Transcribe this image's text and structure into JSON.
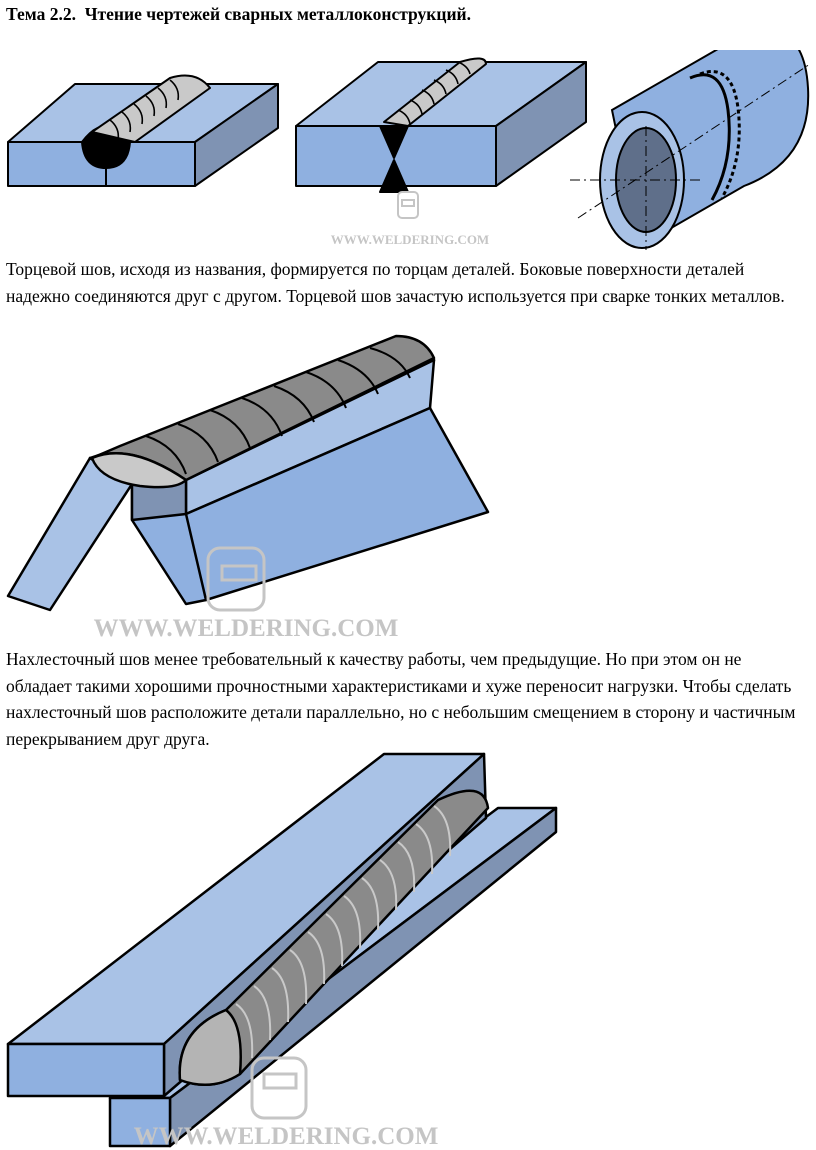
{
  "document": {
    "title": "Тема 2.2.  Чтение чертежей сварных металлоконструкций.",
    "paragraphs": [
      "Торцевой шов, исходя из названия, формируется по торцам деталей. Боковые поверхности деталей надежно соединяются друг с другом. Торцевой шов зачастую используется при сварке тонких металлов.",
      "Нахлесточный шов менее требовательный к качеству работы, чем предыдущие. Но при этом он не обладает такими хорошими прочностными характеристиками и хуже переносит нагрузки. Чтобы сделать нахлесточный шов расположите детали параллельно, но с небольшим смещением в сторону и частичным перекрыванием друг друга."
    ],
    "watermarks": [
      "WWW.WELDERING.COM",
      "WWW.WELDERING.COM",
      "WWW.WELDERING.COM"
    ]
  },
  "colors": {
    "metal_top": "#a9c2e6",
    "metal_front": "#8fb0e0",
    "metal_side": "#7f93b3",
    "weld": "#c9c9c9",
    "weld_dark": "#8a8a8a",
    "watermark": "#c5c5c5"
  }
}
